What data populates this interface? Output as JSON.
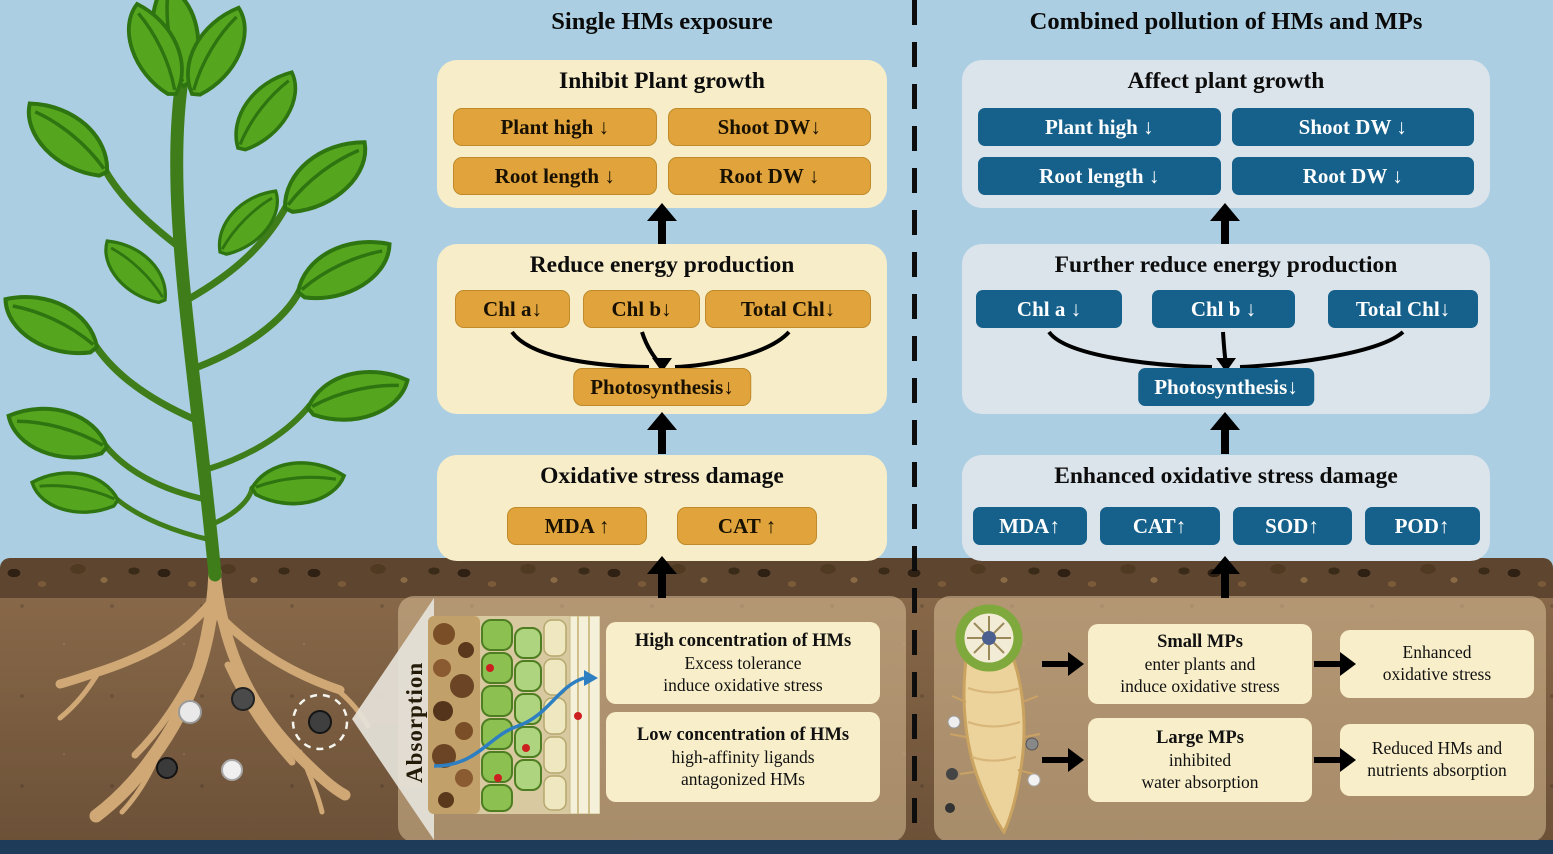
{
  "titles": {
    "left": "Single HMs exposure",
    "right": "Combined pollution of HMs and MPs"
  },
  "single": {
    "growth": {
      "title": "Inhibit Plant growth",
      "pills": [
        "Plant high ↓",
        "Shoot DW↓",
        "Root length ↓",
        "Root DW ↓"
      ]
    },
    "energy": {
      "title": "Reduce energy production",
      "pills": [
        "Chl a↓",
        "Chl b↓",
        "Total Chl↓"
      ],
      "photosynthesis": "Photosynthesis↓"
    },
    "stress": {
      "title": "Oxidative stress damage",
      "pills": [
        "MDA ↑",
        "CAT ↑"
      ]
    },
    "absorption_label": "Absorption",
    "notes": [
      {
        "heading": "High concentration of HMs",
        "line1": "Excess tolerance",
        "line2": "induce oxidative stress"
      },
      {
        "heading": "Low concentration of HMs",
        "line1": "high-affinity ligands",
        "line2": "antagonized HMs"
      }
    ]
  },
  "combined": {
    "growth": {
      "title": "Affect plant growth",
      "pills": [
        "Plant high ↓",
        "Shoot DW ↓",
        "Root length ↓",
        "Root DW ↓"
      ]
    },
    "energy": {
      "title": "Further reduce energy production",
      "pills": [
        "Chl a ↓",
        "Chl b ↓",
        "Total Chl↓"
      ],
      "photosynthesis": "Photosynthesis↓"
    },
    "stress": {
      "title": "Enhanced oxidative stress damage",
      "pills": [
        "MDA↑",
        "CAT↑",
        "SOD↑",
        "POD↑"
      ]
    },
    "flows": [
      {
        "heading": "Small MPs",
        "line1": "enter plants and",
        "line2": "induce oxidative stress",
        "result1": "Enhanced",
        "result2": "oxidative stress"
      },
      {
        "heading": "Large MPs",
        "line1": "inhibited",
        "line2": "water absorption",
        "result1": "Reduced HMs and",
        "result2": "nutrients absorption"
      }
    ]
  },
  "colors": {
    "sky": "#ABCEE2",
    "soil": "#8A6A4A",
    "cream_panel": "#F7EDC8",
    "gold_pill": "#E1A43C",
    "blue_panel": "#DBE4EB",
    "navy_pill": "#15618B",
    "bottom_strip": "#1E3C5A"
  }
}
